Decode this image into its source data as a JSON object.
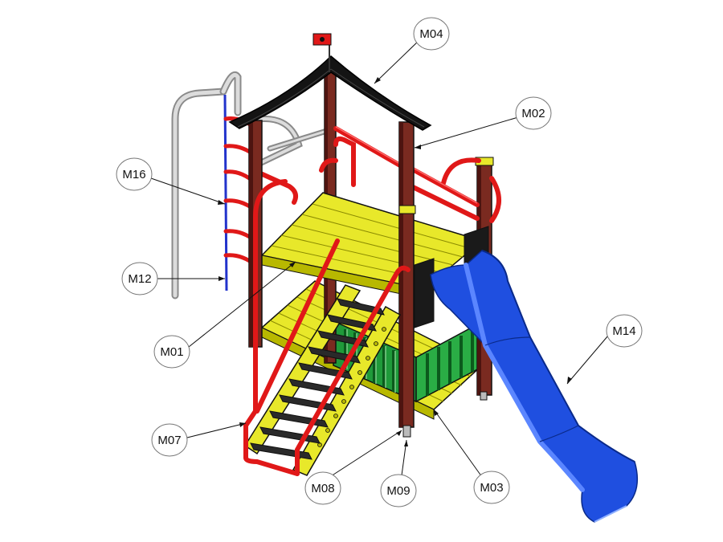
{
  "colors": {
    "post": "#7a2a20",
    "post_dark": "#4d1410",
    "rail": "#e01818",
    "deck": "#e8e82a",
    "deck_dark": "#b8b800",
    "roof": "#141414",
    "slide": "#1f4fe0",
    "slide_light": "#5b86ff",
    "panel": "#1f9a3a",
    "panel_light": "#7fd08a",
    "steel": "#c8c8c8",
    "ladder_rung": "#e01818",
    "ladder_rope": "#2233cc",
    "step": "#2a2a2a",
    "flag": "#e01818"
  },
  "labels": [
    {
      "id": "M04",
      "text": "M04"
    },
    {
      "id": "M02",
      "text": "M02"
    },
    {
      "id": "M16",
      "text": "M16"
    },
    {
      "id": "M12",
      "text": "M12"
    },
    {
      "id": "M01",
      "text": "M01"
    },
    {
      "id": "M14",
      "text": "M14"
    },
    {
      "id": "M07",
      "text": "M07"
    },
    {
      "id": "M08",
      "text": "M08"
    },
    {
      "id": "M09",
      "text": "M09"
    },
    {
      "id": "M03",
      "text": "M03"
    }
  ]
}
